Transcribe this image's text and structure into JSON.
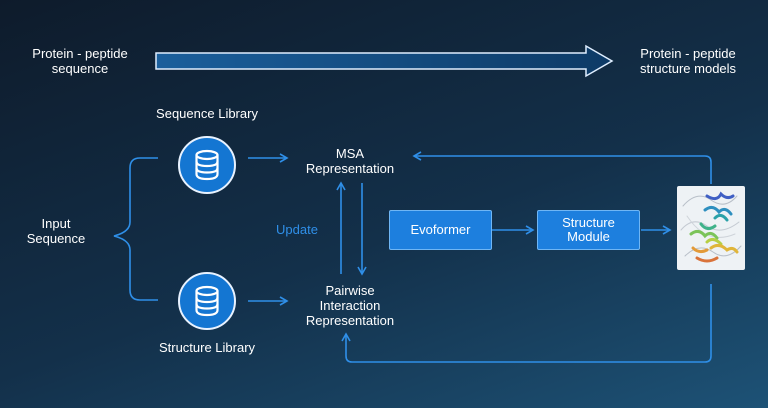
{
  "header": {
    "input_label": "Protein - peptide sequence",
    "input_line1": "Protein - peptide",
    "input_line2": "sequence",
    "output_line1": "Protein - peptide",
    "output_line2": "structure models"
  },
  "left": {
    "input_line1": "Input",
    "input_line2": "Sequence"
  },
  "libraries": {
    "sequence": "Sequence Library",
    "structure": "Structure Library"
  },
  "center": {
    "msa_line1": "MSA",
    "msa_line2": "Representation",
    "pair_line1": "Pairwise",
    "pair_line2": "Interaction",
    "pair_line3": "Representation",
    "update": "Update"
  },
  "blocks": {
    "evoformer": "Evoformer",
    "structure_line1": "Structure",
    "structure_line2": "Module"
  },
  "icons": {
    "database": "database-icon",
    "protein": "protein-structure-image"
  },
  "colors": {
    "accent": "#1d7fde",
    "arrow": "#2f8fe8",
    "text": "#ffffff"
  }
}
